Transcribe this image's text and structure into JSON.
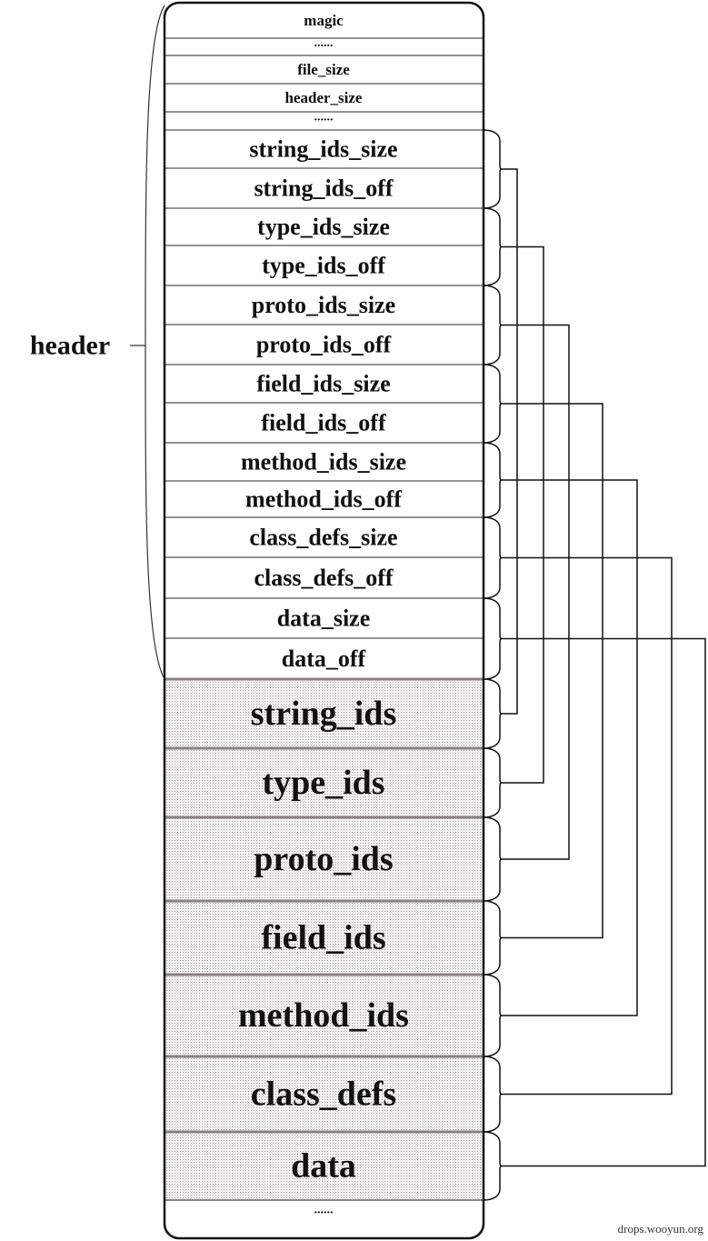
{
  "header_label": "header",
  "header_rows": [
    "magic",
    "......",
    "file_size",
    "header_size",
    "......",
    "string_ids_size",
    "string_ids_off",
    "type_ids_size",
    "type_ids_off",
    "proto_ids_size",
    "proto_ids_off",
    "field_ids_size",
    "field_ids_off",
    "method_ids_size",
    "method_ids_off",
    "class_defs_size",
    "class_defs_off",
    "data_size",
    "data_off"
  ],
  "sections": [
    "string_ids",
    "type_ids",
    "proto_ids",
    "field_ids",
    "method_ids",
    "class_defs",
    "data"
  ],
  "trailer": "......",
  "watermark": "drops.wooyun.org",
  "colors": {
    "line": "#111111",
    "section_fill": "#f2efef",
    "dot": "#9a9a9a"
  }
}
